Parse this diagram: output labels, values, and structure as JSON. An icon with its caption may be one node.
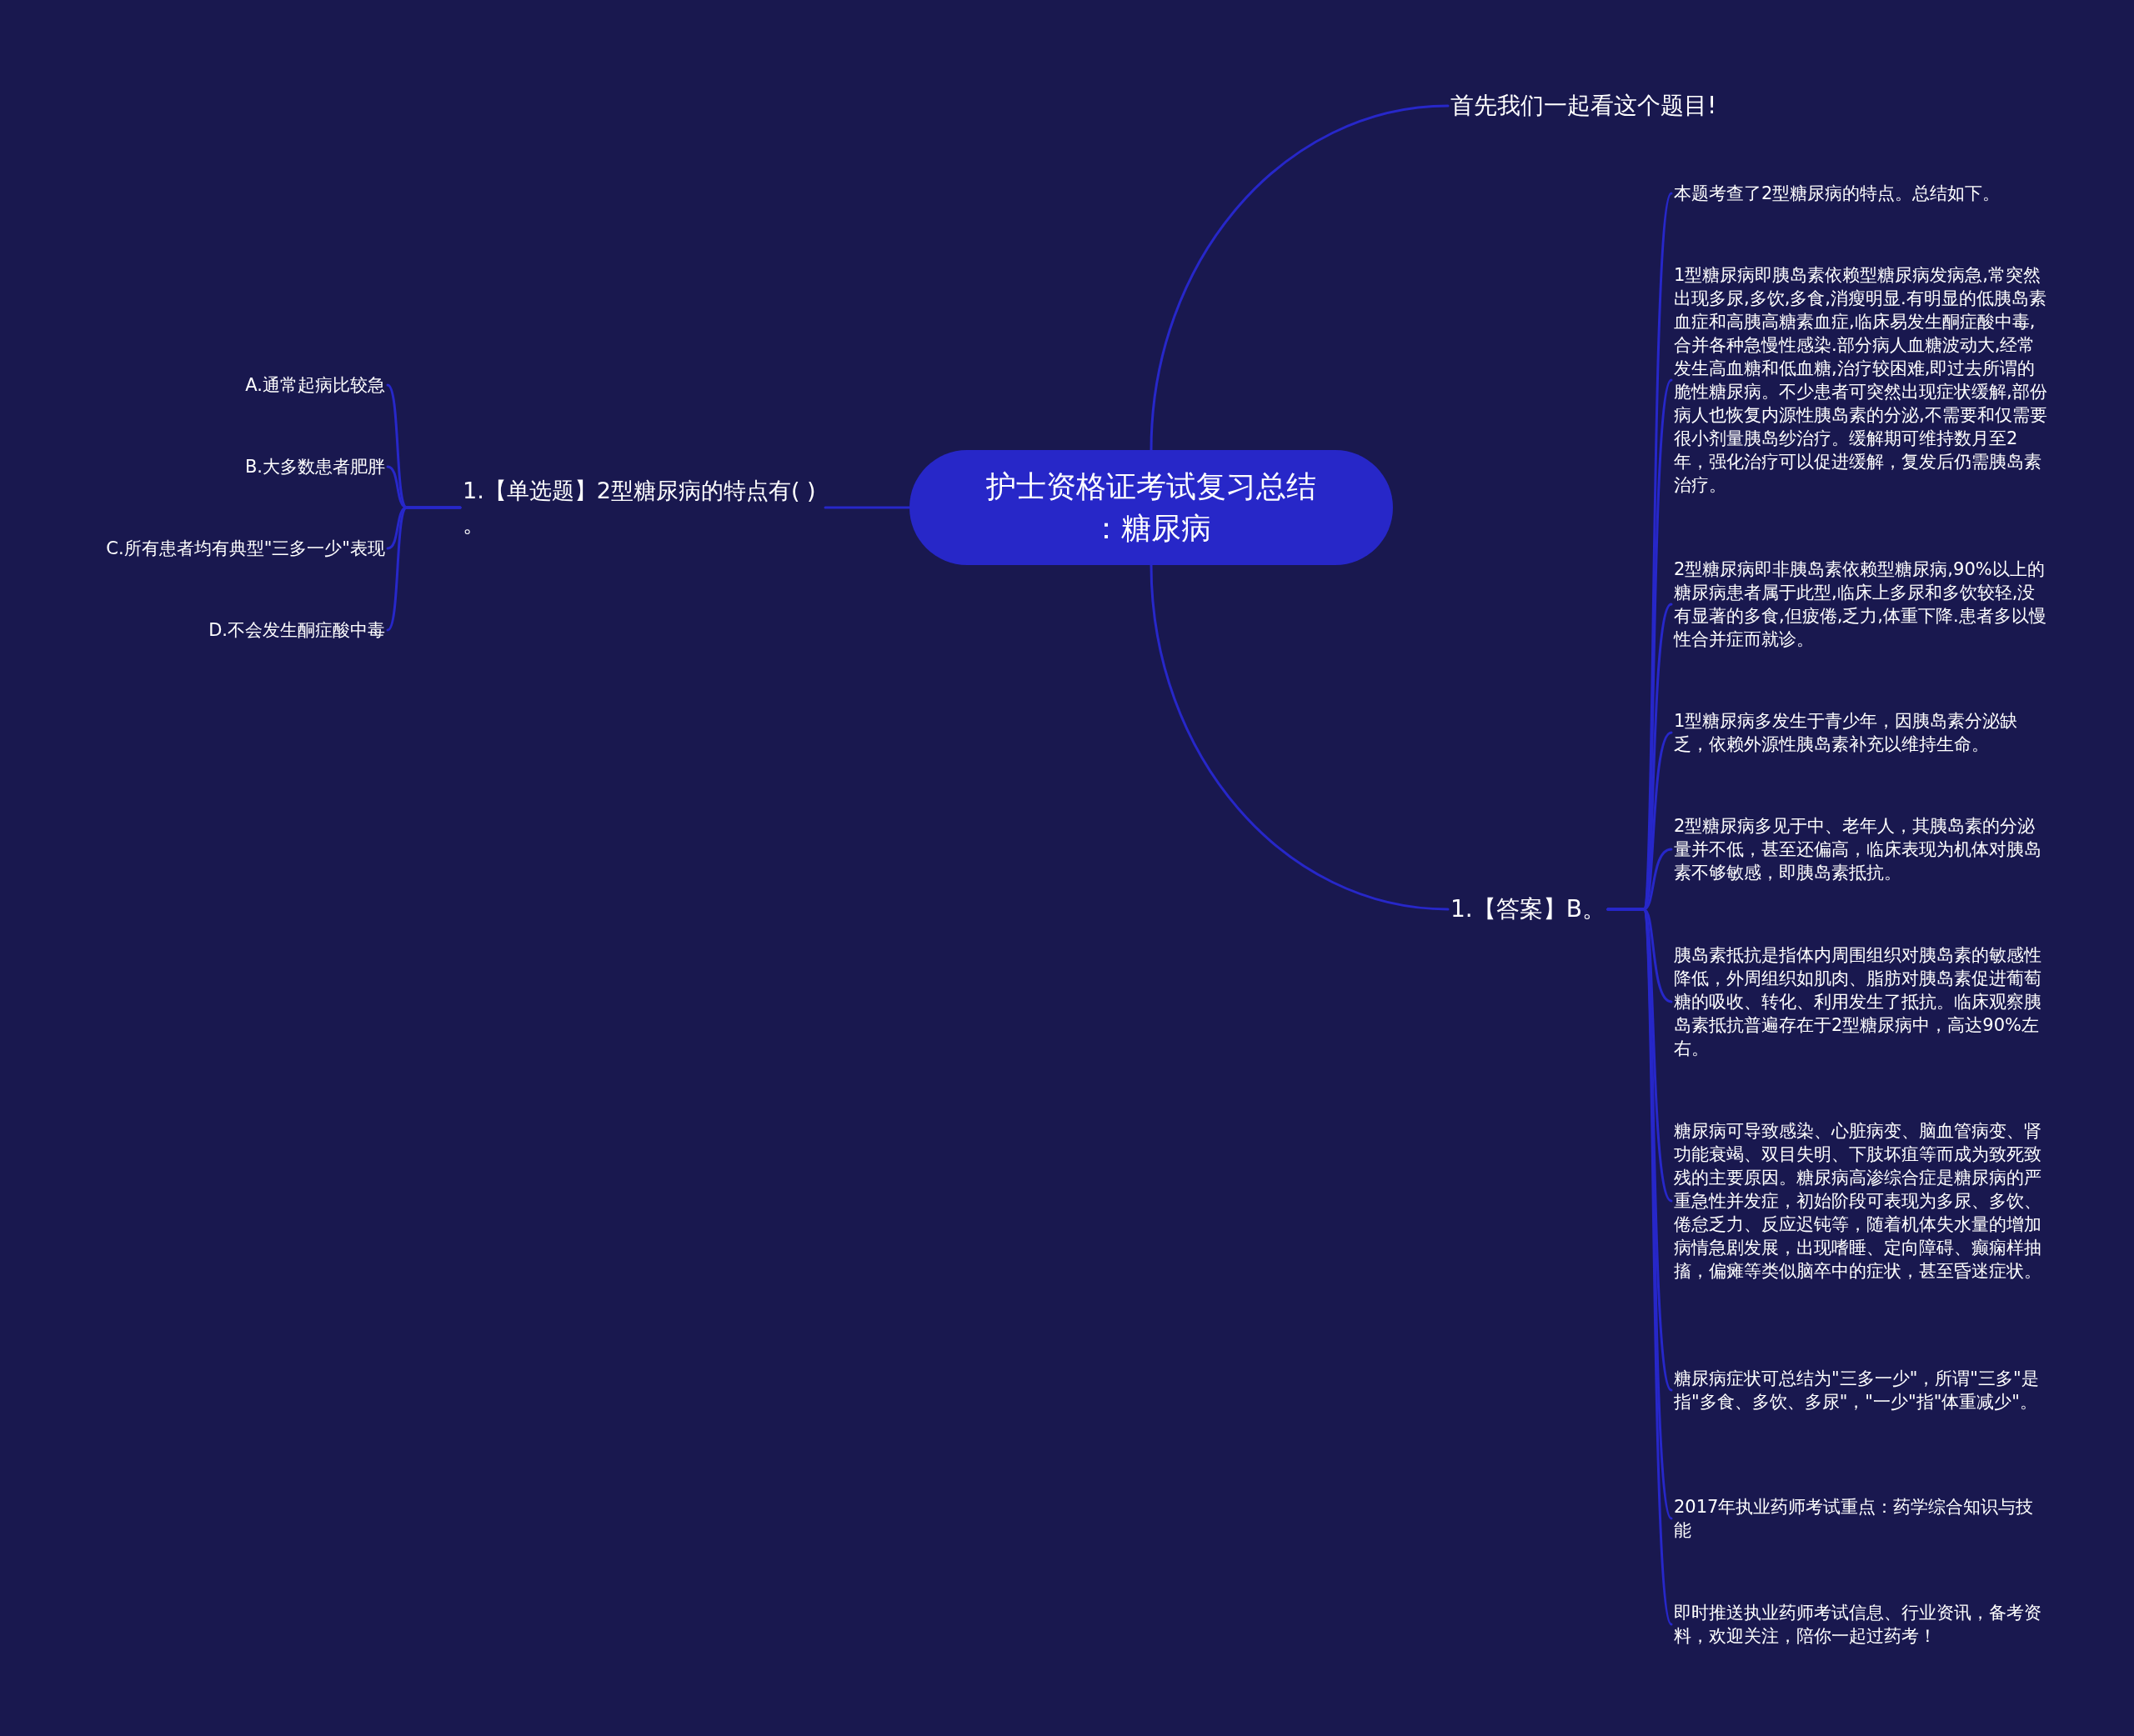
{
  "diagram": {
    "nodes": [
      {
        "text": [
          "护士资格证考试复习总结：糖尿病"
        ]
      },
      {
        "text": [
          "首先我们一起看这个题目!"
        ]
      },
      {
        "text": [
          "1.【答案】B。"
        ]
      },
      {
        "text": [
          "本题考查了2型糖尿病的特点。总结如下。"
        ]
      },
      {
        "text": [
          "1型糖尿病即胰岛素依赖型糖尿病发病急,常突然出现多尿,多饮,多食,消瘦明显.有明显的低胰岛素血症和高胰高糖素血症,临床易发生酮症酸中毒,合并各种急慢性感染.部分病人血糖波动大,经常发生高血糖和低血糖,治疗较困难,即过去所谓的脆性糖尿病。不少患者可突然出现症状缓解,部份病人也恢复内源性胰岛素的分泌,不需要和仅需要很小剂量胰岛纱治疗。缓解期可维持数月至2年，强化治疗可以促进缓解，复发后仍需胰岛素治疗。"
        ]
      },
      {
        "text": [
          "2型糖尿病即非胰岛素依赖型糖尿病,90%以上的糖尿病患者属于此型,临床上多尿和多饮较轻,没有显著的多食,但疲倦,乏力,体重下降.患者多以慢性合并症而就诊。"
        ]
      },
      {
        "text": [
          "1型糖尿病多发生于青少年，因胰岛素分泌缺乏，依赖外源性胰岛素补充以维持生命。"
        ]
      },
      {
        "text": [
          "2型糖尿病多见于中、老年人，其胰岛素的分泌量并不低，甚至还偏高，临床表现为机体对胰岛素不够敏感，即胰岛素抵抗。"
        ]
      },
      {
        "text": [
          "胰岛素抵抗是指体内周围组织对胰岛素的敏感性降低，外周组织如肌肉、脂肪对胰岛素促进葡萄糖的吸收、转化、利用发生了抵抗。临床观察胰岛素抵抗普遍存在于2型糖尿病中，高达90%左右。"
        ]
      },
      {
        "text": [
          "糖尿病可导致感染、心脏病变、脑血管病变、肾功能衰竭、双目失明、下肢坏疽等而成为致死致残的主要原因。糖尿病高渗综合症是糖尿病的严重急性并发症，初始阶段可表现为多尿、多饮、倦怠乏力、反应迟钝等，随着机体失水量的增加病情急剧发展，出现嗜睡、定向障碍、癫痫样抽搐，偏瘫等类似脑卒中的症状，甚至昏迷症状。"
        ]
      },
      {
        "text": [
          "糖尿病症状可总结为\"三多一少\"，所谓\"三多\"是指\"多食、多饮、多尿\"，\"一少\"指\"体重减少\"。"
        ]
      },
      {
        "text": [
          "2017年执业药师考试重点：药学综合知识与技能"
        ]
      },
      {
        "text": [
          "即时推送执业药师考试信息、行业资讯，备考资料，欢迎关注，陪你一起过药考！"
        ]
      },
      {
        "text": [
          "1.【单选题】2型糖尿病的特点有( )。"
        ]
      },
      {
        "text": [
          "A.通常起病比较急"
        ]
      },
      {
        "text": [
          "B.大多数患者肥胖"
        ]
      },
      {
        "text": [
          "C.所有患者均有典型\"三多一少\"表现"
        ]
      },
      {
        "text": [
          "D.不会发生酮症酸中毒"
        ]
      }
    ],
    "edges": [
      {
        "from": 0,
        "to": 1,
        "arrow": "none"
      },
      {
        "from": 0,
        "to": 2,
        "arrow": "none"
      },
      {
        "from": 2,
        "to": 3,
        "arrow": "none"
      },
      {
        "from": 2,
        "to": 4,
        "arrow": "none"
      },
      {
        "from": 2,
        "to": 5,
        "arrow": "none"
      },
      {
        "from": 2,
        "to": 6,
        "arrow": "none"
      },
      {
        "from": 2,
        "to": 7,
        "arrow": "none"
      },
      {
        "from": 2,
        "to": 8,
        "arrow": "none"
      },
      {
        "from": 2,
        "to": 9,
        "arrow": "none"
      },
      {
        "from": 2,
        "to": 10,
        "arrow": "none"
      },
      {
        "from": 2,
        "to": 11,
        "arrow": "none"
      },
      {
        "from": 2,
        "to": 12,
        "arrow": "none"
      },
      {
        "from": 0,
        "to": 13,
        "arrow": "none"
      },
      {
        "from": 13,
        "to": 14,
        "arrow": "none"
      },
      {
        "from": 13,
        "to": 15,
        "arrow": "none"
      },
      {
        "from": 13,
        "to": 16,
        "arrow": "none"
      },
      {
        "from": 13,
        "to": 17,
        "arrow": "none"
      }
    ]
  }
}
